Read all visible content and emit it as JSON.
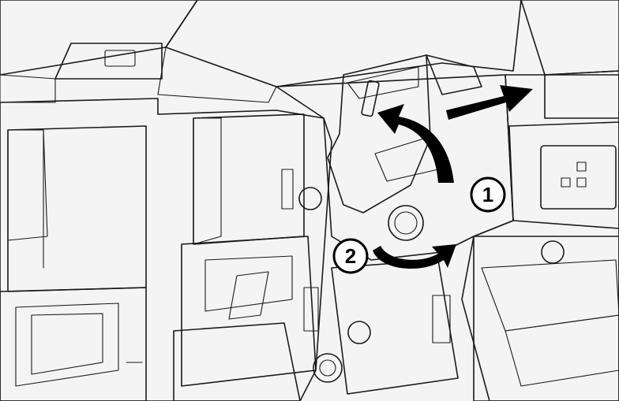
{
  "colors": {
    "background": "#ffffff",
    "panel_gray": "#c9c9c9",
    "panel_gray_dark": "#b3b3b3",
    "light_surface": "#f6f6f6",
    "outline": "#1a1a1a",
    "arrow": "#000000"
  },
  "steps": [
    {
      "number": "1",
      "action": "lift-lever"
    },
    {
      "number": "2",
      "action": "rotate-knob"
    }
  ],
  "icons": {
    "lift_arrow": "curved-up-arrow",
    "rotate_arrow": "curved-rotation-arrow",
    "direction_arrow": "right-arrow"
  }
}
